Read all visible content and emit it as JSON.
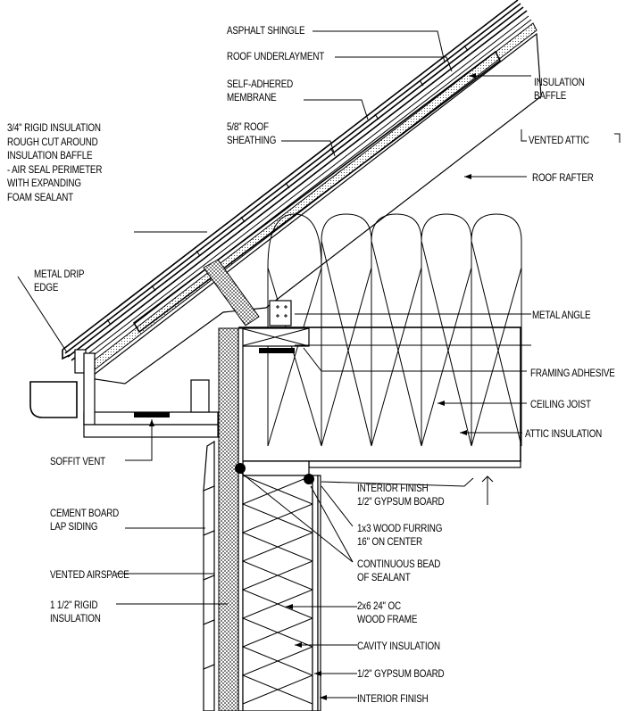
{
  "labels": {
    "asphalt_shingle": "ASPHALT SHINGLE",
    "roof_underlayment": "ROOF UNDERLAYMENT",
    "self_adhered": [
      "SELF-ADHERED",
      "MEMBRANE"
    ],
    "roof_sheathing": [
      "5/8\" ROOF",
      "SHEATHING"
    ],
    "insulation_baffle": [
      "INSULATION",
      "BAFFLE"
    ],
    "vented_attic": "VENTED ATTIC",
    "roof_rafter": "ROOF RAFTER",
    "rigid_insulation_roof": [
      "3/4\" RIGID INSULATION",
      "ROUGH CUT AROUND",
      "INSULATION BAFFLE",
      "- AIR SEAL PERIMETER",
      "WITH EXPANDING",
      "FOAM SEALANT"
    ],
    "metal_drip_edge": [
      "METAL DRIP",
      "EDGE"
    ],
    "metal_angle": "METAL ANGLE",
    "framing_adhesive": "FRAMING ADHESIVE",
    "ceiling_joist": "CEILING JOIST",
    "attic_insulation": "ATTIC INSULATION",
    "soffit_vent": "SOFFIT VENT",
    "interior_finish_ceiling": [
      "INTERIOR FINISH",
      "1/2\" GYPSUM BOARD"
    ],
    "wood_furring": [
      "1x3 WOOD FURRING",
      "16\" ON CENTER"
    ],
    "cement_board": [
      "CEMENT BOARD",
      "LAP SIDING"
    ],
    "continuous_bead": [
      "CONTINUOUS BEAD",
      "OF SEALANT"
    ],
    "vented_airspace": "VENTED AIRSPACE",
    "rigid_insulation_wall": [
      "1 1/2\" RIGID",
      "INSULATION"
    ],
    "wood_frame": [
      "2x6 24\" OC",
      "WOOD FRAME"
    ],
    "cavity_insulation": "CAVITY INSULATION",
    "gypsum_board_wall": "1/2\" GYPSUM BOARD",
    "interior_finish_wall": "INTERIOR FINISH"
  }
}
